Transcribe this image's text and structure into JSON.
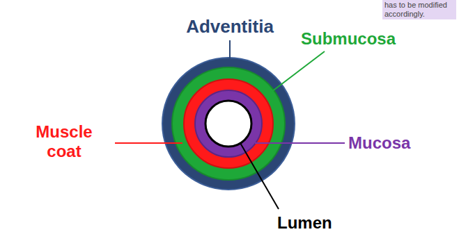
{
  "diagram": {
    "labels": [
      "has to be modified accordingly.",
      "Adventitia",
      "Submucosa",
      "Muscle coat",
      "Mucosa",
      "Lumen"
    ]
  }
}
